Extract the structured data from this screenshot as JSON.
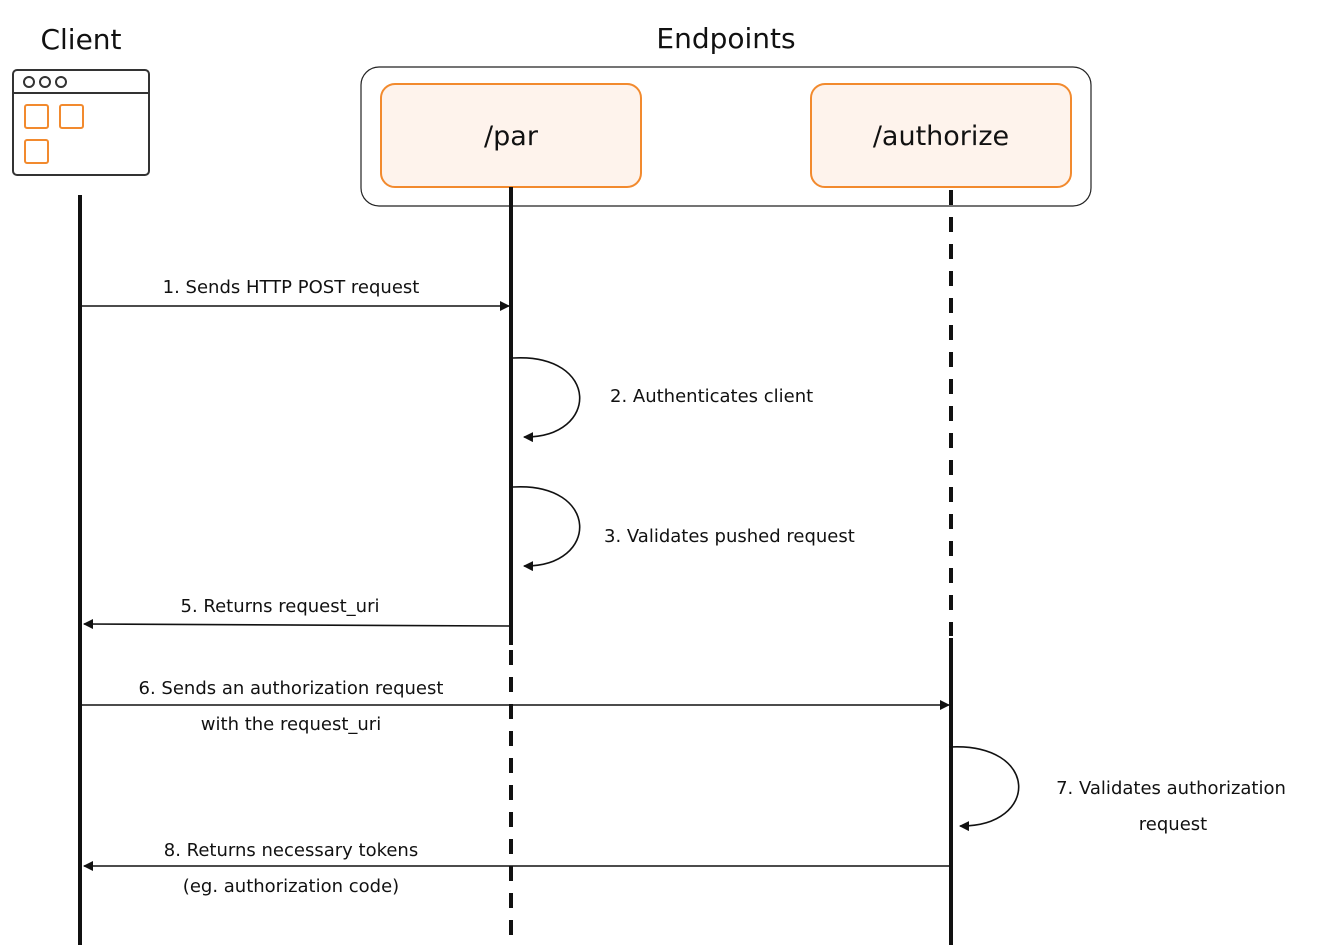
{
  "headers": {
    "client": "Client",
    "endpoints": "Endpoints"
  },
  "endpoints": {
    "par": "/par",
    "authorize": "/authorize"
  },
  "messages": {
    "m1": "1. Sends HTTP POST request",
    "m2": "2. Authenticates client",
    "m3": "3. Validates pushed request",
    "m5": "5. Returns request_uri",
    "m6_line1": "6. Sends an authorization request",
    "m6_line2": "with the request_uri",
    "m7_line1": "7. Validates authorization",
    "m7_line2": "request",
    "m8_line1": "8. Returns necessary tokens",
    "m8_line2": "(eg. authorization code)"
  },
  "colors": {
    "accent": "#F28A2E",
    "endpoint_fill": "#FEF3EC",
    "line": "#111111"
  },
  "icons": {
    "client": "browser-window-icon"
  }
}
